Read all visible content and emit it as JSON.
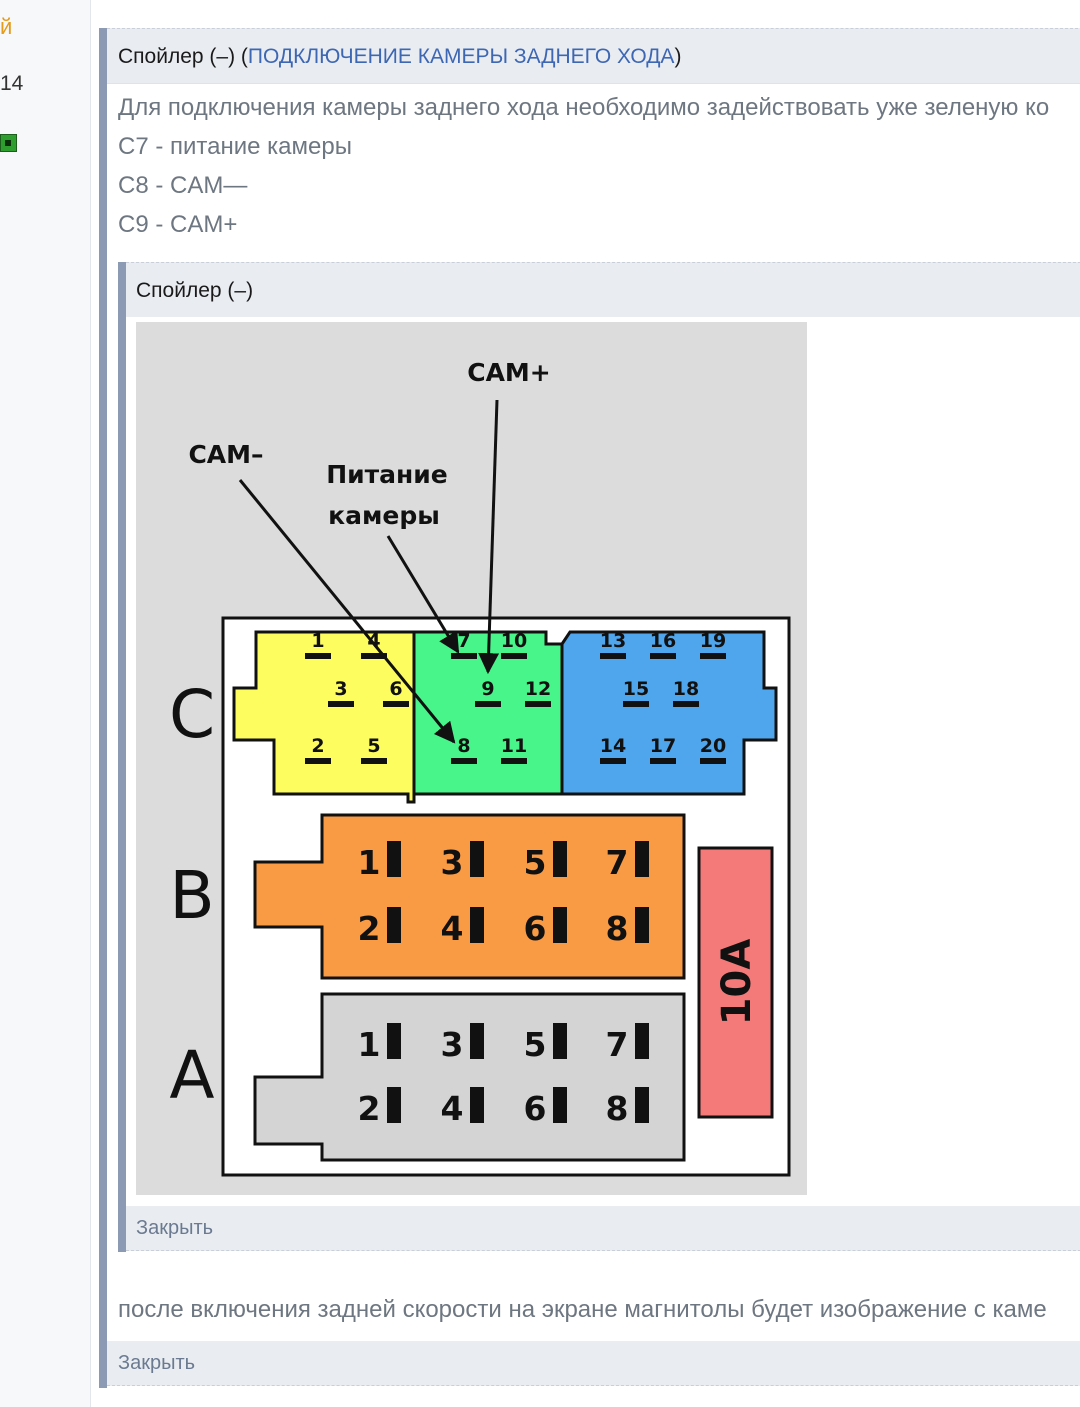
{
  "sidebar": {
    "accent_text": "й",
    "count_text": "14"
  },
  "spoiler": {
    "header_prefix": "Спойлер (–) (",
    "header_link": "ПОДКЛЮЧЕНИЕ КАМЕРЫ ЗАДНЕГО ХОДА",
    "header_suffix": ")",
    "lines": [
      "Для подключения камеры заднего хода необходимо задействовать уже зеленую ко",
      "С7 - питание камеры",
      "С8 - CAM—",
      "С9 - CAM+"
    ],
    "after_text": "после включения задней скорости на экране магнитолы будет изображение с каме",
    "close_label": "Закрыть"
  },
  "inner_spoiler": {
    "header": "Спойлер (–)",
    "close_label": "Закрыть"
  },
  "diagram": {
    "label_cam_plus": "CAM+",
    "label_cam_minus": "CAM–",
    "label_power_1": "Питание",
    "label_power_2": "камеры",
    "row_c": "C",
    "row_b": "B",
    "row_a": "A",
    "fuse_label": "10A",
    "c_pins_yellow": [
      "1",
      "4",
      "3",
      "6",
      "2",
      "5"
    ],
    "c_pins_green": [
      "7",
      "10",
      "9",
      "12",
      "8",
      "11"
    ],
    "c_pins_blue": [
      "13",
      "16",
      "19",
      "15",
      "18",
      "14",
      "17",
      "20"
    ],
    "b_pins": [
      "1",
      "3",
      "5",
      "7",
      "2",
      "4",
      "6",
      "8"
    ],
    "a_pins": [
      "1",
      "3",
      "5",
      "7",
      "2",
      "4",
      "6",
      "8"
    ],
    "colors": {
      "yellow": "#fdfd60",
      "green": "#47f58a",
      "blue": "#4fa6ec",
      "orange": "#f99a45",
      "gray": "#d4d4d4",
      "fuse": "#f47a7a"
    }
  }
}
